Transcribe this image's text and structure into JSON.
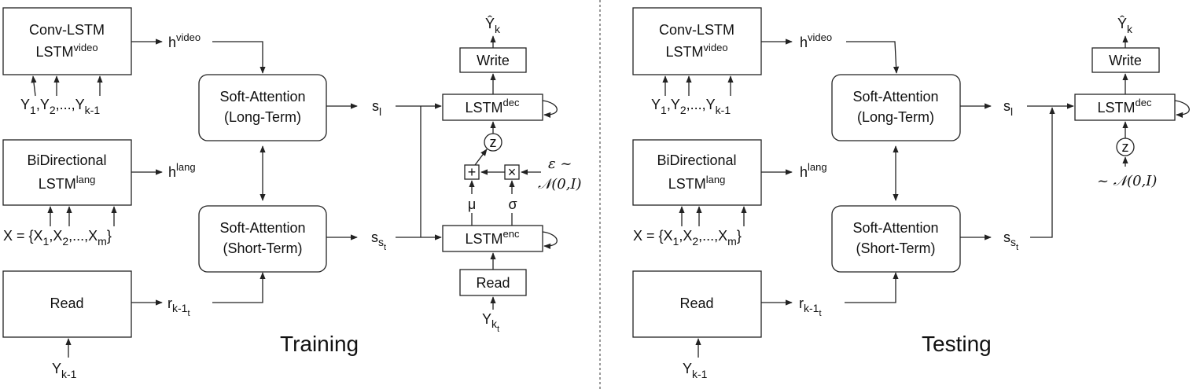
{
  "training": {
    "caption": "Training",
    "conv_lstm": {
      "line1": "Conv-LSTM",
      "line2_base": "LSTM",
      "line2_sup": "video"
    },
    "conv_inputs": {
      "y": "Y",
      "s1": "1",
      "comma1": ",",
      "s2": "2",
      "mid": ",...,",
      "sk": "k-1"
    },
    "h_video": {
      "base": "h",
      "sup": "video"
    },
    "bidir": {
      "line1": "BiDirectional",
      "line2_base": "LSTM",
      "line2_sup": "lang"
    },
    "h_lang": {
      "base": "h",
      "sup": "lang"
    },
    "x_inputs": {
      "prefix": "X = {X",
      "s1": "1",
      "comma1": ",X",
      "s2": "2",
      "mid": ",...,X",
      "sm": "m",
      "suffix": "}"
    },
    "read_left": {
      "label": "Read"
    },
    "r_label": {
      "base": "r",
      "sub": "k-1",
      "subsub": "t"
    },
    "y_km1": {
      "base": "Y",
      "sub": "k-1"
    },
    "att_long": {
      "line1": "Soft-Attention",
      "line2": "(Long-Term)"
    },
    "att_short": {
      "line1": "Soft-Attention",
      "line2": "(Short-Term)"
    },
    "s_l": {
      "base": "s",
      "sub": "l"
    },
    "s_st": {
      "base": "s",
      "sub": "s",
      "subsub": "t"
    },
    "write": {
      "label": "Write"
    },
    "y_hat": {
      "base": "Ŷ",
      "sub": "k"
    },
    "lstm_dec": {
      "base": "LSTM",
      "sup": "dec"
    },
    "z": "z",
    "plus": "+",
    "times": "×",
    "eps": "ε ~",
    "normal": "𝒩(0,I)",
    "mu": "μ",
    "sigma": "σ",
    "lstm_enc": {
      "base": "LSTM",
      "sup": "enc"
    },
    "read_right": {
      "label": "Read"
    },
    "y_kt": {
      "base": "Y",
      "sub": "k",
      "subsub": "t"
    }
  },
  "testing": {
    "caption": "Testing",
    "conv_lstm": {
      "line1": "Conv-LSTM",
      "line2_base": "LSTM",
      "line2_sup": "video"
    },
    "conv_inputs": {
      "y": "Y",
      "s1": "1",
      "comma1": ",",
      "s2": "2",
      "mid": ",...,",
      "sk": "k-1"
    },
    "h_video": {
      "base": "h",
      "sup": "video"
    },
    "bidir": {
      "line1": "BiDirectional",
      "line2_base": "LSTM",
      "line2_sup": "lang"
    },
    "h_lang": {
      "base": "h",
      "sup": "lang"
    },
    "x_inputs": {
      "prefix": "X = {X",
      "s1": "1",
      "comma1": ",X",
      "s2": "2",
      "mid": ",...,X",
      "sm": "m",
      "suffix": "}"
    },
    "read_left": {
      "label": "Read"
    },
    "r_label": {
      "base": "r",
      "sub": "k-1",
      "subsub": "t"
    },
    "y_km1": {
      "base": "Y",
      "sub": "k-1"
    },
    "att_long": {
      "line1": "Soft-Attention",
      "line2": "(Long-Term)"
    },
    "att_short": {
      "line1": "Soft-Attention",
      "line2": "(Short-Term)"
    },
    "s_l": {
      "base": "s",
      "sub": "l"
    },
    "s_st": {
      "base": "s",
      "sub": "s",
      "subsub": "t"
    },
    "write": {
      "label": "Write"
    },
    "y_hat": {
      "base": "Ŷ",
      "sub": "k"
    },
    "lstm_dec": {
      "base": "LSTM",
      "sup": "dec"
    },
    "z": "z",
    "normal": "~ 𝒩(0,I)"
  }
}
